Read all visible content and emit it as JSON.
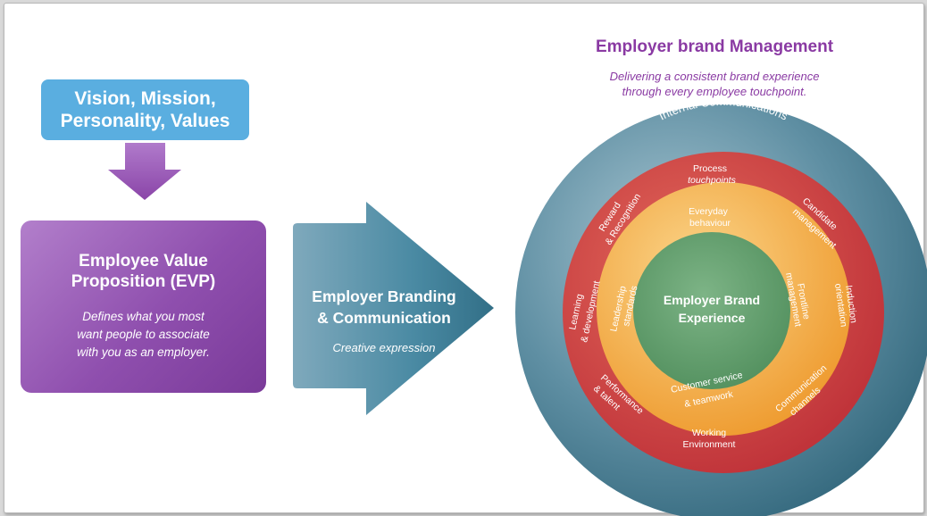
{
  "vision_box": {
    "text": "Vision, Mission,\nPersonality, Values"
  },
  "evp": {
    "title": "Employee Value\nProposition (EVP)",
    "description": "Defines what you most\nwant people to associate\nwith you as an employer."
  },
  "branding": {
    "title": "Employer Branding\n& Communication",
    "subtitle": "Creative expression"
  },
  "management": {
    "title": "Employer brand Management",
    "subtitle": "Delivering a consistent brand experience\nthrough every employee touchpoint."
  },
  "rings": {
    "outer": {
      "label": "Internal Communications"
    },
    "red": {
      "labels": {
        "process": "Process touchpoints",
        "candidate": "Candidate management",
        "induction": "Induction orientation",
        "communication": "Communication channels",
        "working": "Working Environment",
        "performance": "Performance & talent",
        "learning": "Learning & development",
        "reward": "Reward & Recognition"
      }
    },
    "orange": {
      "labels": {
        "everyday": "Everyday behaviour",
        "frontline": "Frontline management",
        "customer": "Customer service & teamwork",
        "leadership": "Leadership standards"
      }
    },
    "core": {
      "label": "Employer Brand\nExperience"
    }
  },
  "colors": {
    "vision": "#5aaee0",
    "evp": "#8f4fae",
    "arrow": "#3d7a93",
    "outer_ring": "#3c6e82",
    "red_ring": "#c93a3e",
    "orange_ring": "#f1a33a",
    "core": "#5e9a68",
    "title_purple": "#8a3aa3"
  }
}
